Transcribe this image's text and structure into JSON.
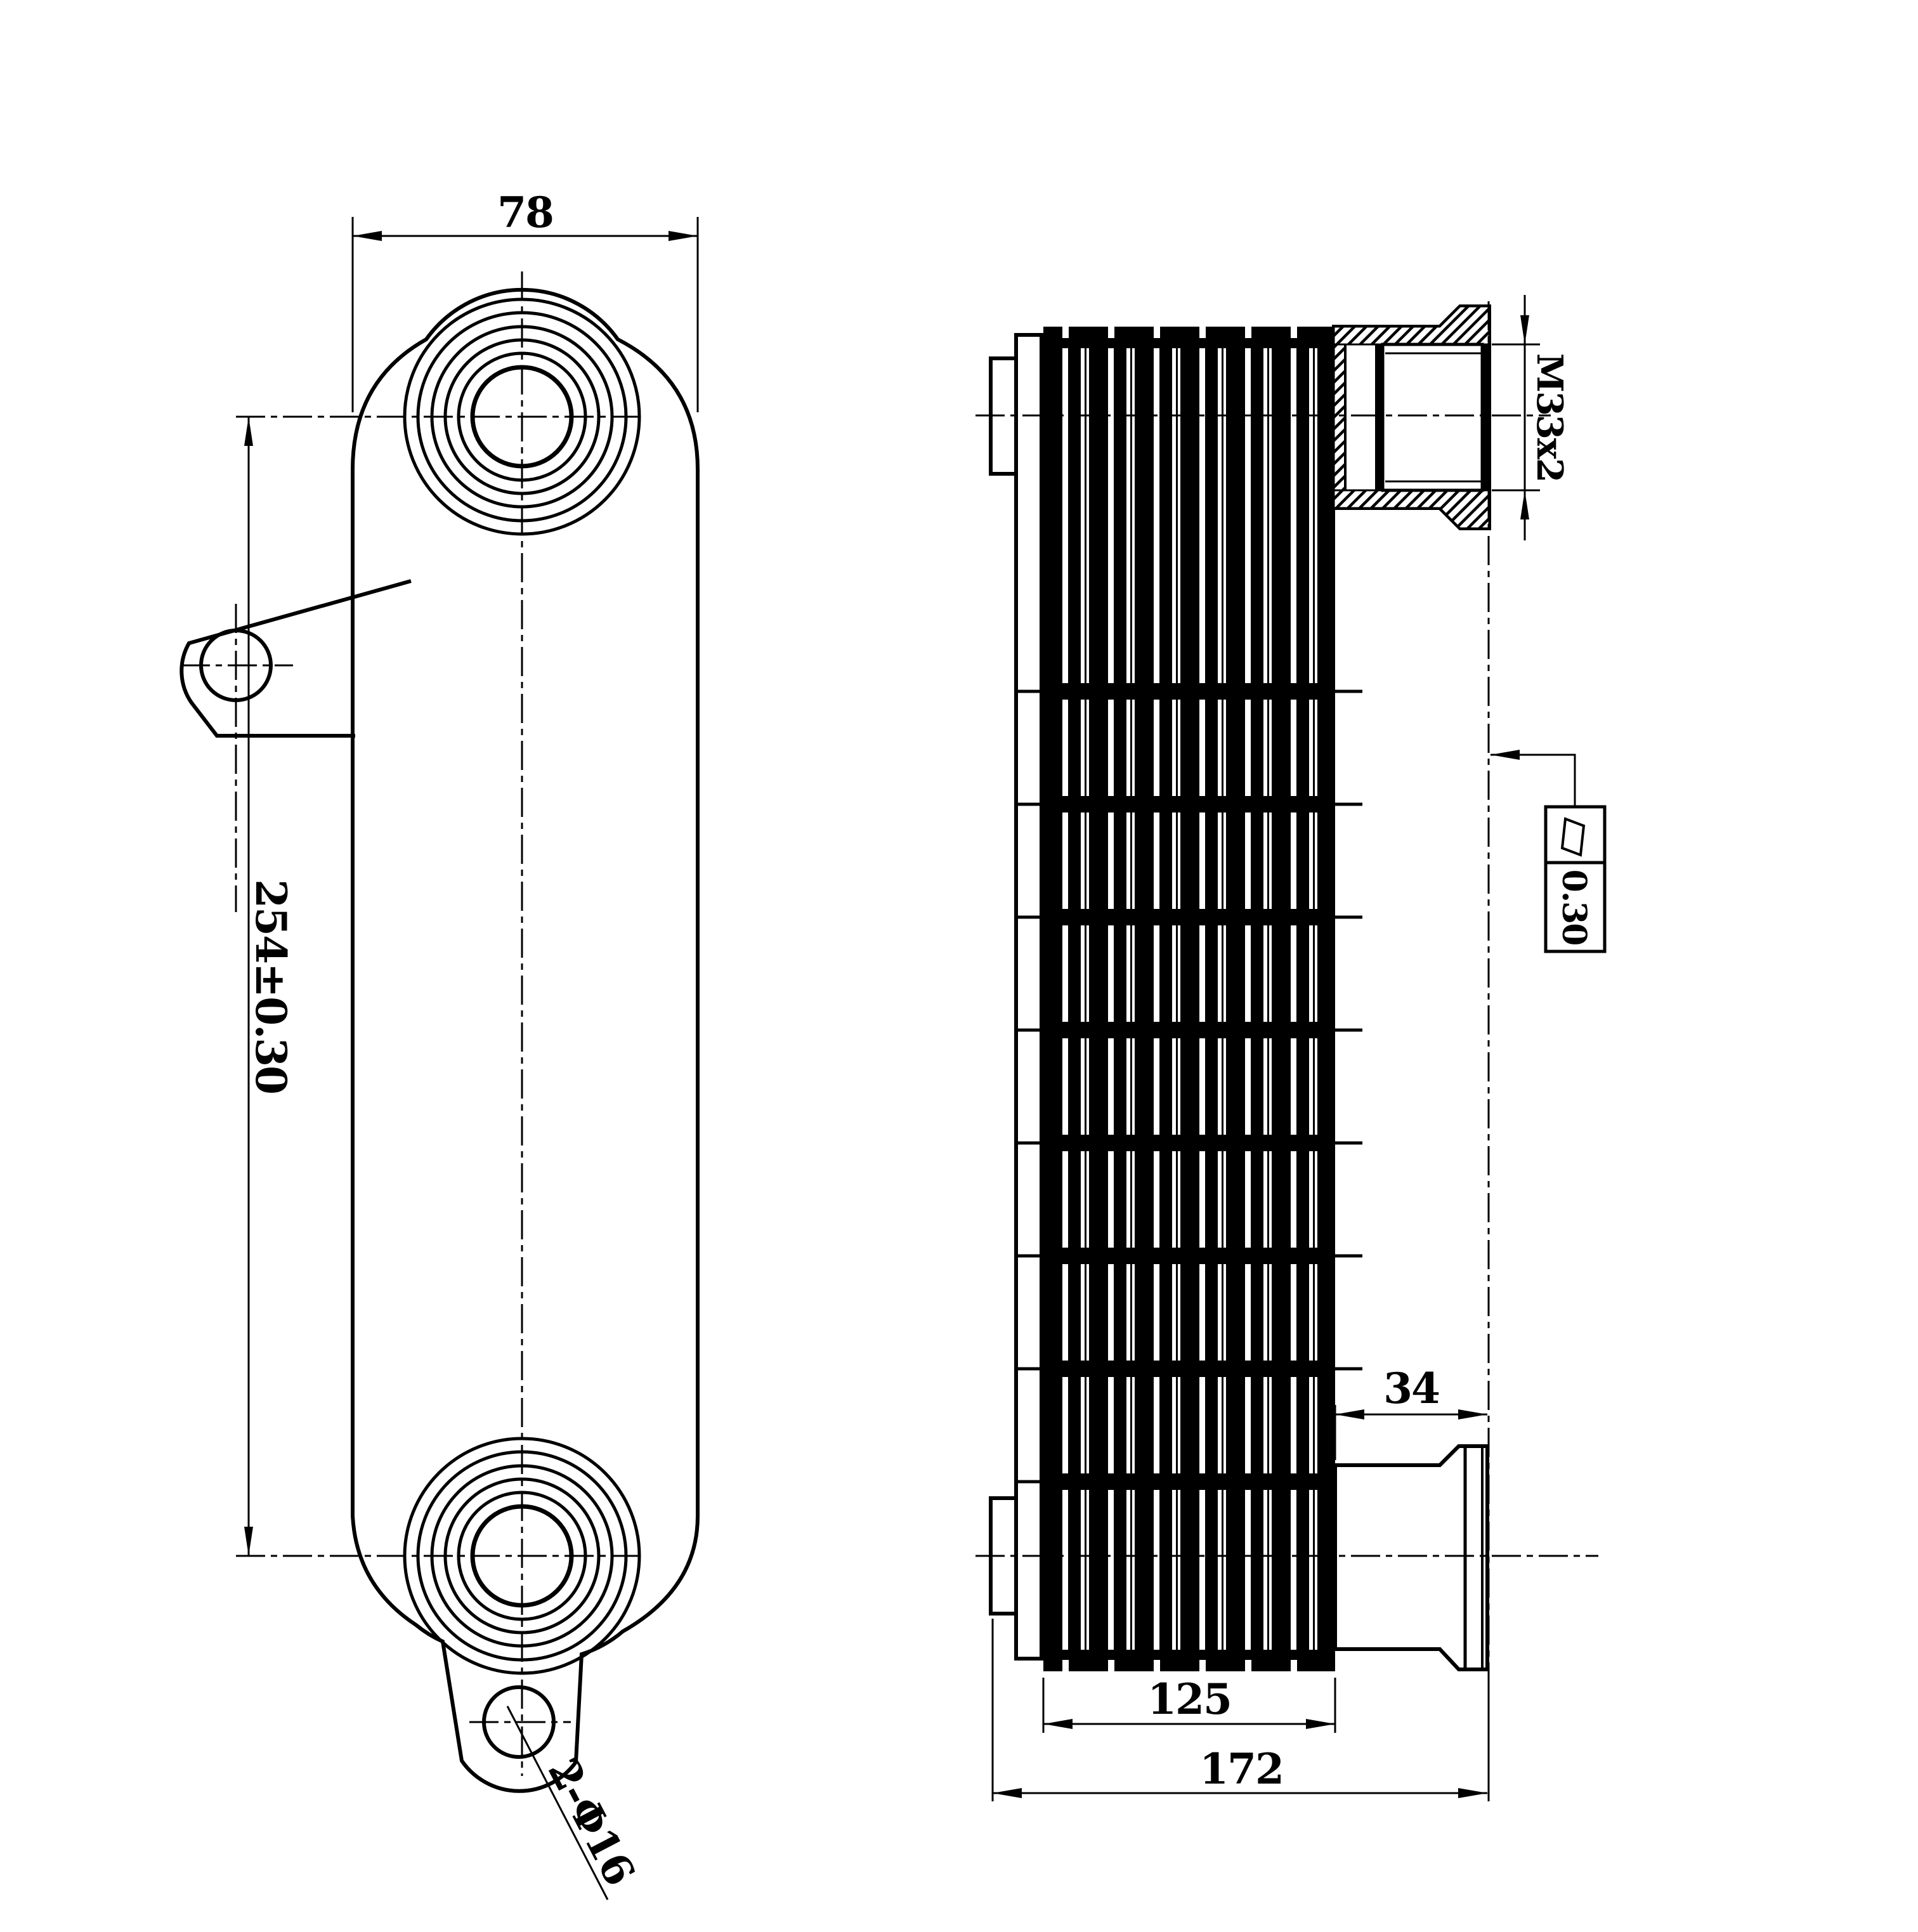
{
  "drawing": {
    "type": "engineering-drawing",
    "part": "plate oil cooler, two orthographic views",
    "ink_color": "#000000",
    "paper_color": "#ffffff",
    "dims": {
      "w78": "78",
      "h254": "254±0.30",
      "holes": "2-Φ16",
      "thread": "M33x2",
      "offset34": "34",
      "core125": "125",
      "overall172": "172"
    },
    "tolerance": {
      "symbol": "flatness-parallelogram",
      "value": "0.30"
    }
  }
}
